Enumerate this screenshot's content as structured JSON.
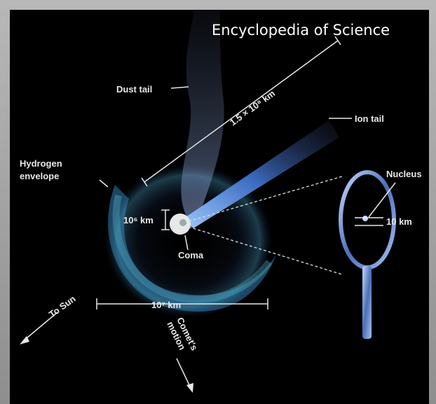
{
  "title": "Encyclopedia of Science",
  "labels": {
    "dust_tail": "Dust tail",
    "ion_tail": "Ion tail",
    "hydrogen_envelope_1": "Hydrogen",
    "hydrogen_envelope_2": "envelope",
    "nucleus": "Nucleus",
    "coma": "Coma",
    "nucleus_size": "10 km",
    "coma_size": "10⁶ km",
    "envelope_size": "10⁷ km",
    "tail_length": "1.5 × 10⁸ km",
    "to_sun": "To Sun",
    "motion_1": "Comet's",
    "motion_2": "motion"
  },
  "colors": {
    "background": "#000000",
    "frame": "#a0a0a0",
    "ion_tail": "#4a78c8",
    "envelope": "#3a6fb0",
    "label_text": "#e8e8e8"
  }
}
